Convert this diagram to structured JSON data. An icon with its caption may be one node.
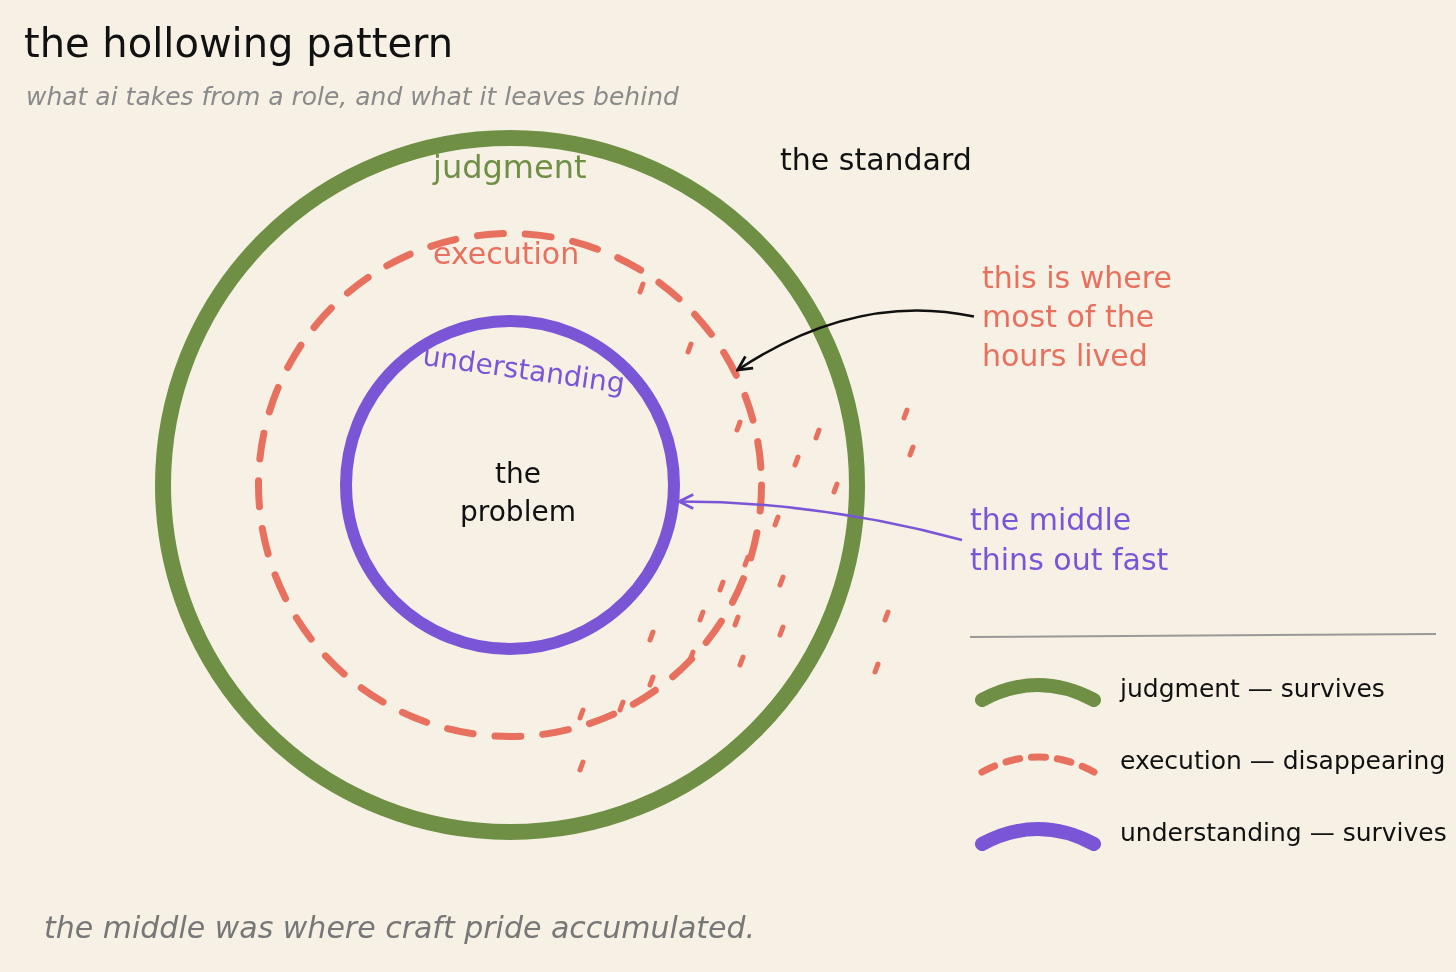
{
  "diagram": {
    "title": "the hollowing pattern",
    "caption": "the middle was where craft pride accumulated.",
    "nodes": [
      {
        "text": [
          "judgment"
        ],
        "beside": [
          "the standard"
        ]
      },
      {
        "text": [
          "execution"
        ],
        "in": 0
      },
      {
        "text": [
          "understanding",
          "the problem"
        ],
        "in": 1
      },
      {
        "text": [
          "this is where most of the hours lived"
        ]
      },
      {
        "text": [
          "the middle thins out fast"
        ]
      }
    ],
    "edges": [
      {
        "from": 3,
        "to": 1,
        "arrow": "to",
        "color": "#111111"
      },
      {
        "from": 4,
        "to": 2,
        "arrow": "to",
        "color": "#7a55d6"
      }
    ],
    "labels": [
      "what ai takes from a role, and what it leaves behind"
    ],
    "legend": [
      {
        "text": "judgment — survives"
      },
      {
        "text": "execution — disappearing"
      },
      {
        "text": "understanding — survives"
      }
    ]
  }
}
